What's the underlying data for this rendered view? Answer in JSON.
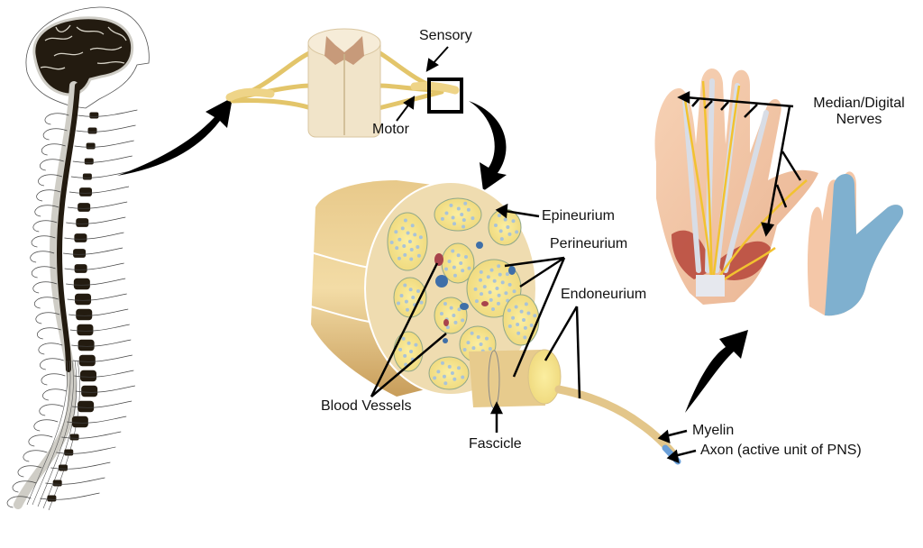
{
  "diagram": {
    "title": "Peripheral Nervous System overview",
    "panels": [
      {
        "id": "cns",
        "name": "Brain and spinal cord"
      },
      {
        "id": "spinal-segment",
        "name": "Spinal cord cross-section with nerve roots"
      },
      {
        "id": "nerve-section",
        "name": "Peripheral nerve cross-section"
      },
      {
        "id": "hand",
        "name": "Hand innervation"
      }
    ],
    "labels": {
      "sensory": "Sensory",
      "motor": "Motor",
      "epineurium": "Epineurium",
      "perineurium": "Perineurium",
      "endoneurium": "Endoneurium",
      "blood_vessels": "Blood Vessels",
      "fascicle": "Fascicle",
      "myelin": "Myelin",
      "axon": "Axon (active unit of PNS)",
      "median_digital_line1": "Median/Digital",
      "median_digital_line2": "Nerves"
    },
    "colors": {
      "nerve_yellow": "#f0d98a",
      "nerve_tan": "#d9b774",
      "cns_dark": "#231b10",
      "cns_gray": "#cfcdc6",
      "vessel_red": "#a8444c",
      "vessel_blue": "#3f6fa8",
      "muscle_red": "#b6453a",
      "skin": "#f4c7a8",
      "sensory_area_blue": "#7fb0cf",
      "axon_blue": "#6a9fd8"
    }
  }
}
